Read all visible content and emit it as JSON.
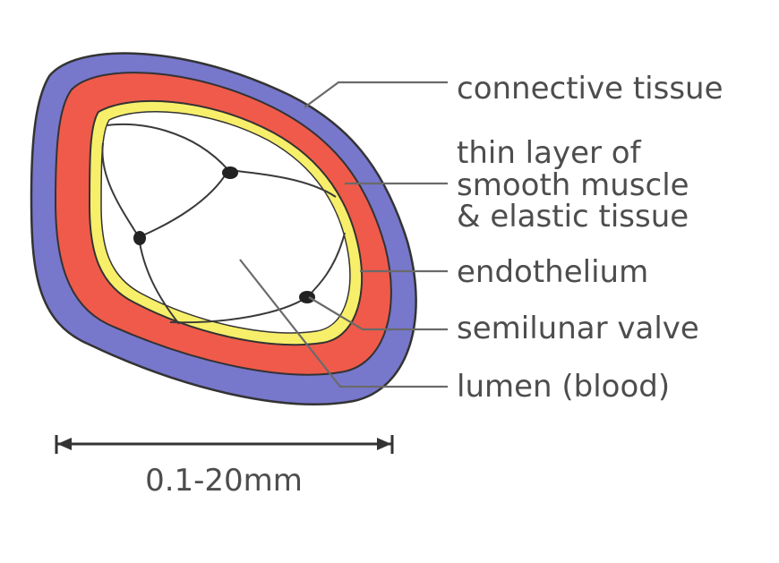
{
  "labels": {
    "connective_tissue": "connective tissue",
    "muscle_line1": "thin layer of",
    "muscle_line2": "smooth muscle",
    "muscle_line3": "& elastic tissue",
    "endothelium": "endothelium",
    "semilunar_valve": "semilunar valve",
    "lumen": "lumen (blood)"
  },
  "scale": {
    "label": "0.1-20mm"
  },
  "colors": {
    "connective_tissue": "#7777cc",
    "smooth_muscle": "#f05a4a",
    "endothelium": "#f7ef6a",
    "lumen": "#ffffff",
    "outline": "#333333",
    "text": "#4d4d4d"
  }
}
